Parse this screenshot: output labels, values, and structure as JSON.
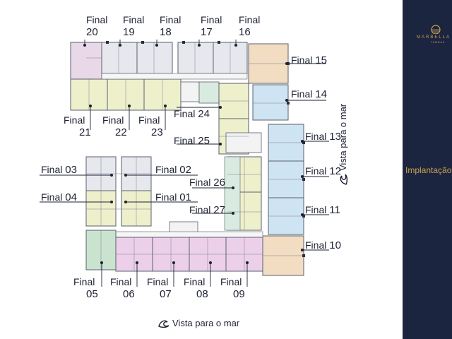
{
  "units": {
    "f20": {
      "word": "Final",
      "num": "20"
    },
    "f19": {
      "word": "Final",
      "num": "19"
    },
    "f18": {
      "word": "Final",
      "num": "18"
    },
    "f17": {
      "word": "Final",
      "num": "17"
    },
    "f16": {
      "word": "Final",
      "num": "16"
    },
    "f15": {
      "word": "Final",
      "num": "15"
    },
    "f14": {
      "word": "Final",
      "num": "14"
    },
    "f13": {
      "word": "Final",
      "num": "13"
    },
    "f12": {
      "word": "Final",
      "num": "12"
    },
    "f11": {
      "word": "Final",
      "num": "11"
    },
    "f10": {
      "word": "Final",
      "num": "10"
    },
    "f21": {
      "word": "Final",
      "num": "21"
    },
    "f22": {
      "word": "Final",
      "num": "22"
    },
    "f23": {
      "word": "Final",
      "num": "23"
    },
    "f24": {
      "word": "Final",
      "num": "24"
    },
    "f25": {
      "word": "Final",
      "num": "25"
    },
    "f26": {
      "word": "Final",
      "num": "26"
    },
    "f27": {
      "word": "Final",
      "num": "27"
    },
    "f03": {
      "word": "Final",
      "num": "03"
    },
    "f02": {
      "word": "Final",
      "num": "02"
    },
    "f04": {
      "word": "Final",
      "num": "04"
    },
    "f01": {
      "word": "Final",
      "num": "01"
    },
    "f05": {
      "word": "Final",
      "num": "05"
    },
    "f06": {
      "word": "Final",
      "num": "06"
    },
    "f07": {
      "word": "Final",
      "num": "07"
    },
    "f08": {
      "word": "Final",
      "num": "08"
    },
    "f09": {
      "word": "Final",
      "num": "09"
    }
  },
  "sea_view": {
    "bottom": "Vista para o mar",
    "right": "Vista para o mar",
    "icon": "wave-icon"
  },
  "brand": {
    "name": "MARBELLA",
    "sub": "TAMBAÚ"
  },
  "sidebar": {
    "title": "Implantação"
  },
  "colors": {
    "sidebar_bg": "#1c2540",
    "gold": "#c9a14e",
    "unit_gray": "#e6e8ed",
    "unit_lilac": "#e9d9e8",
    "unit_yellow": "#eef0cc",
    "unit_blue": "#cfe4f2",
    "unit_orange": "#f2dcc2",
    "unit_pink": "#ecd0ea",
    "unit_green": "#c9e3cf"
  }
}
